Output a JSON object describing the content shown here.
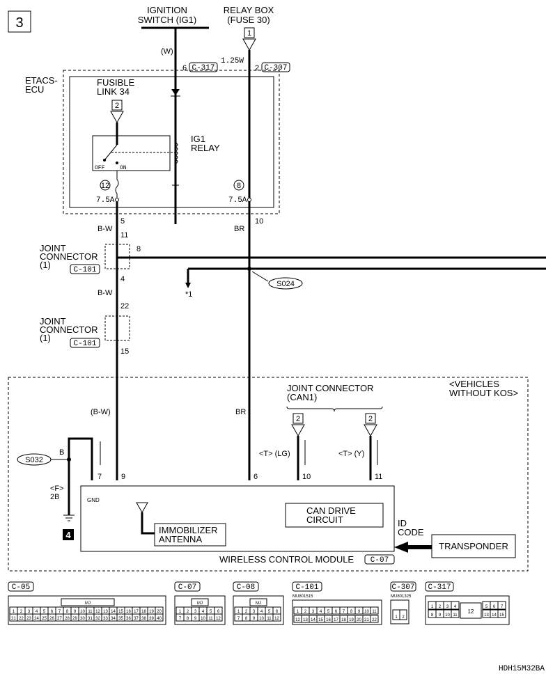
{
  "page_number": "3",
  "figure_code": "HDH15M32BA",
  "ignition_switch": "IGNITION\nSWITCH (IG1)",
  "relay_box": "RELAY BOX\n(FUSE 30)",
  "etacs_ecu": "ETACS-\nECU",
  "fusible_link": "FUSIBLE\nLINK 34",
  "ig1_relay": "IG1\nRELAY",
  "relay_off": "OFF",
  "relay_on": "ON",
  "wire_w": "(W)",
  "wire_125w": "1.25W",
  "pin_6": "6",
  "pin_2": "2",
  "conn_c317": "C-317",
  "conn_c307": "C-307",
  "box_1": "1",
  "box_2": "2",
  "fuse_12": "12",
  "fuse_8": "8",
  "amp_left": "7.5A",
  "amp_right": "7.5A",
  "pin_5": "5",
  "pin_10": "10",
  "wire_bw": "B-W",
  "wire_br": "BR",
  "pin_11": "11",
  "joint_connector_1": "JOINT\nCONNECTOR\n(1)",
  "conn_c101": "C-101",
  "pin_8": "8",
  "pin_4": "4",
  "pin_22": "22",
  "pin_15": "15",
  "s024": "S024",
  "ref_star1": "*1",
  "vehicles_without_kos": "<VEHICLES\nWITHOUT KOS>",
  "joint_connector_can1": "JOINT CONNECTOR\n(CAN1)",
  "wire_bw_paren": "(B-W)",
  "wire_br_lower": "BR",
  "s032": "S032",
  "wire_b": "B",
  "f2b": "<F>\n2B",
  "ground_4": "4",
  "pin_7": "7",
  "pin_9": "9",
  "pin_6_lower": "6",
  "pin_10_lower": "10",
  "pin_11_lower": "11",
  "gnd": "GND",
  "can_lg": "<T> (LG)",
  "can_y": "<T> (Y)",
  "immobilizer_antenna": "IMMOBILIZER\nANTENNA",
  "can_drive_circuit": "CAN DRIVE\nCIRCUIT",
  "id_code": "ID\nCODE",
  "transponder": "TRANSPONDER",
  "wireless_control_module": "WIRELESS CONTROL MODULE",
  "conn_c07": "C-07",
  "connectors": {
    "c05": {
      "label": "C-05",
      "mj": "MJ",
      "row1": [
        "1",
        "2",
        "3",
        "4",
        "5",
        "6",
        "7",
        "8",
        "9",
        "10",
        "11",
        "12",
        "13",
        "14",
        "15",
        "16",
        "17",
        "18",
        "19",
        "20"
      ],
      "row2": [
        "21",
        "22",
        "23",
        "24",
        "25",
        "26",
        "27",
        "28",
        "29",
        "30",
        "31",
        "32",
        "33",
        "34",
        "35",
        "36",
        "37",
        "38",
        "39",
        "40"
      ]
    },
    "c07": {
      "label": "C-07",
      "mj": "MJ",
      "row1": [
        "1",
        "2",
        "3",
        "4",
        "5",
        "6"
      ],
      "row2": [
        "7",
        "8",
        "9",
        "10",
        "11",
        "12"
      ]
    },
    "c08": {
      "label": "C-08",
      "mj": "MJ",
      "row1": [
        "1",
        "2",
        "3",
        "4",
        "5",
        "6"
      ],
      "row2": [
        "7",
        "8",
        "9",
        "10",
        "11",
        "12"
      ]
    },
    "c101": {
      "label": "C-101",
      "part": "MU801515",
      "row1": [
        "1",
        "2",
        "3",
        "4",
        "5",
        "6",
        "7",
        "8",
        "9",
        "10",
        "11"
      ],
      "row2": [
        "12",
        "13",
        "14",
        "15",
        "16",
        "17",
        "18",
        "19",
        "20",
        "21",
        "22"
      ]
    },
    "c307": {
      "label": "C-307",
      "part": "MU801325",
      "row1": [
        "1",
        "2"
      ]
    },
    "c317": {
      "label": "C-317",
      "row1a": [
        "1",
        "2",
        "3",
        "4"
      ],
      "row1b": [
        "5",
        "6",
        "7"
      ],
      "row2a": [
        "8",
        "9",
        "10",
        "11"
      ],
      "mid": "12",
      "row2b": [
        "13",
        "14",
        "15"
      ]
    }
  }
}
